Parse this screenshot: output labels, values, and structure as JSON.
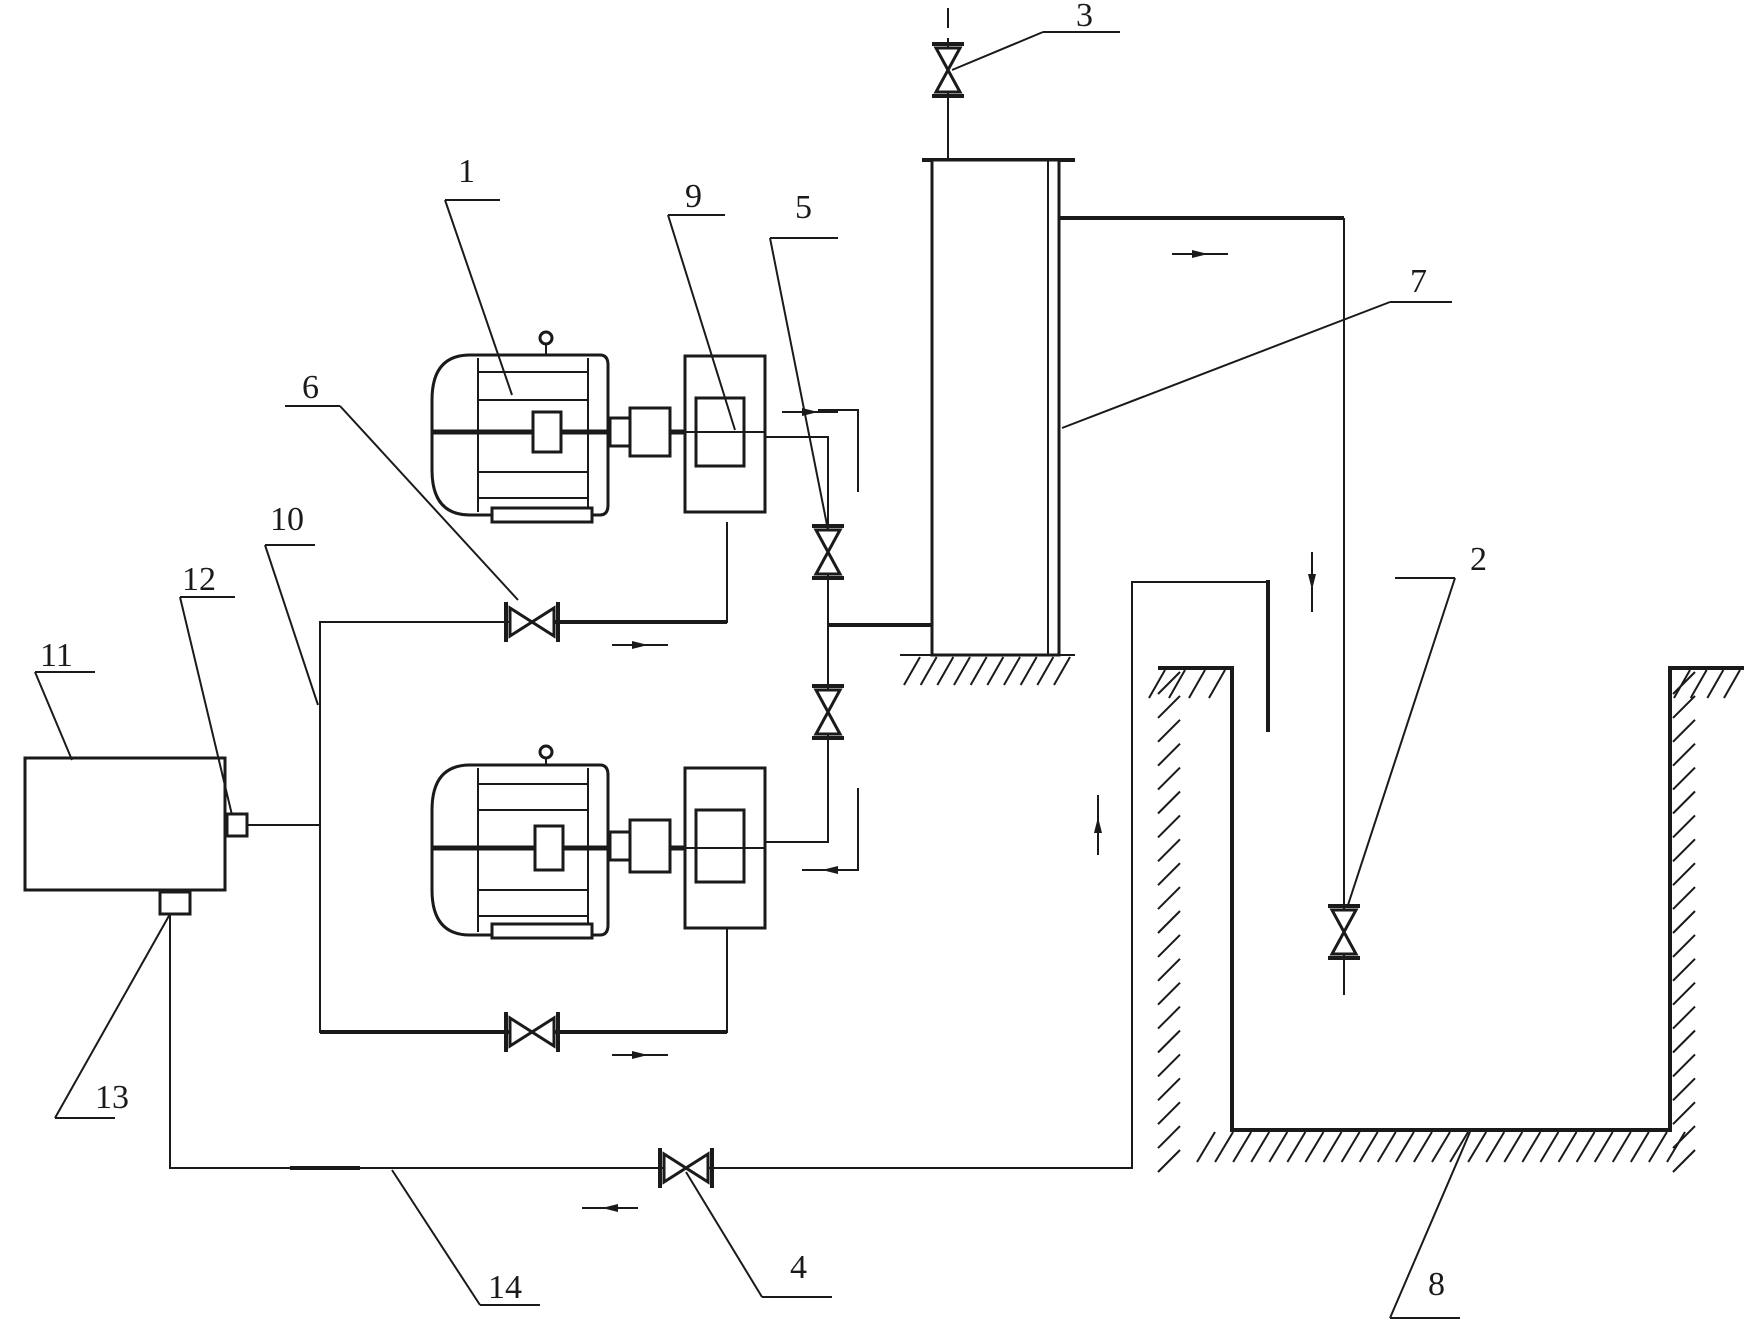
{
  "labels": {
    "l1": "1",
    "l2": "2",
    "l3": "3",
    "l4": "4",
    "l5": "5",
    "l6": "6",
    "l7": "7",
    "l8": "8",
    "l9": "9",
    "l10": "10",
    "l11": "11",
    "l12": "12",
    "l13": "13",
    "l14": "14"
  },
  "colors": {
    "ink": "#1a1a1a",
    "background": "#ffffff"
  }
}
